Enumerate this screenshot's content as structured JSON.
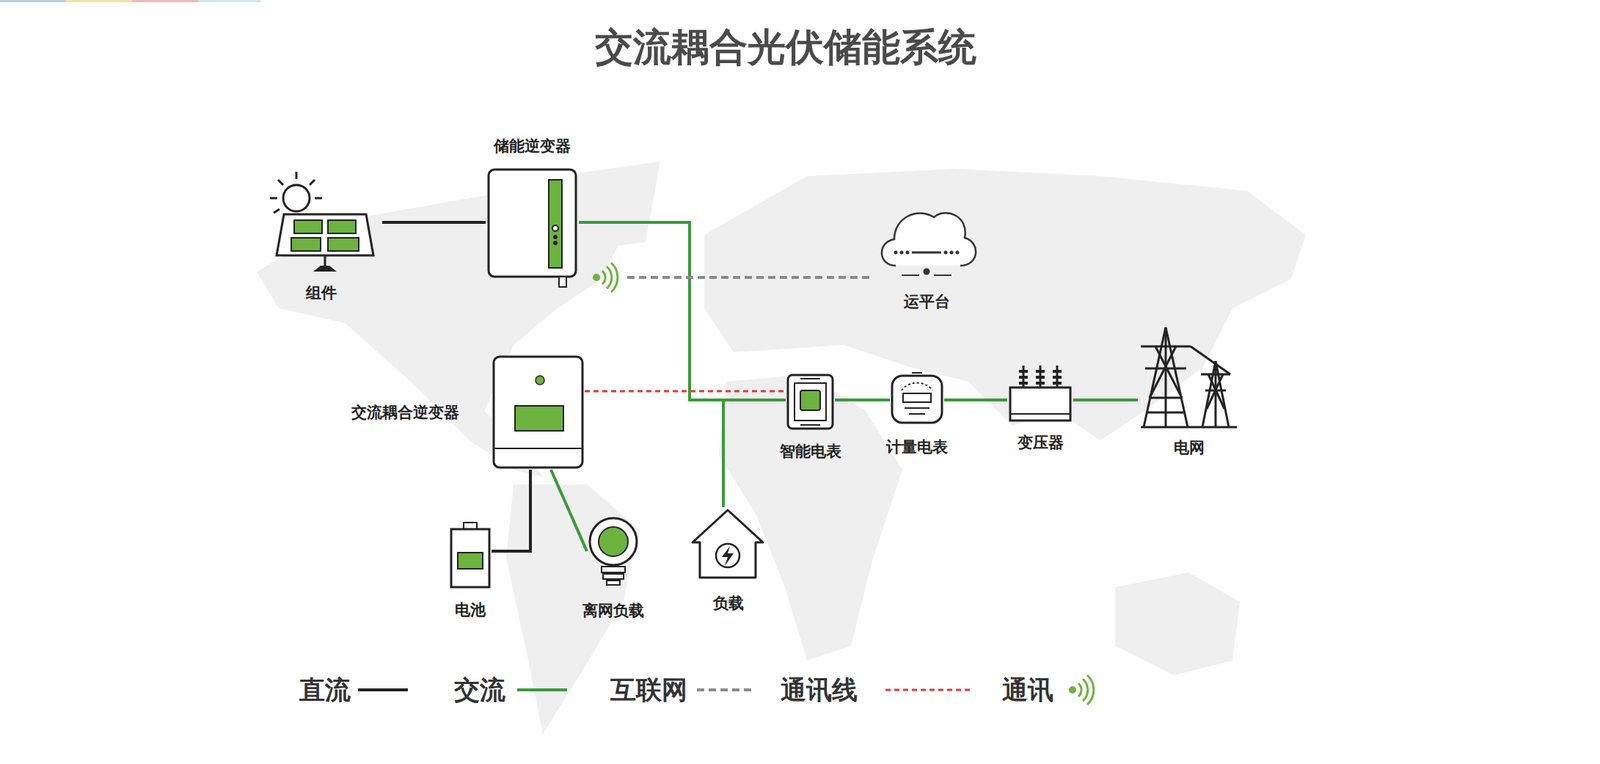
{
  "diagram": {
    "title": "交流耦合光伏储能系统",
    "nodes": [
      {
        "text": [
          "组件"
        ]
      },
      {
        "text": [
          "储能逆变器"
        ]
      },
      {
        "text": [
          "运平台"
        ]
      },
      {
        "text": [
          "交流耦合逆变器"
        ]
      },
      {
        "text": [
          "智能电表"
        ]
      },
      {
        "text": [
          "计量电表"
        ]
      },
      {
        "text": [
          "变压器"
        ]
      },
      {
        "text": [
          "电网"
        ]
      },
      {
        "text": [
          "电池"
        ]
      },
      {
        "text": [
          "离网负载"
        ]
      },
      {
        "text": [
          "负载"
        ]
      }
    ],
    "edges": [
      {
        "from": 0,
        "to": 1,
        "arrow": "none"
      },
      {
        "from": 1,
        "to": 4,
        "arrow": "none"
      },
      {
        "from": 1,
        "to": 10,
        "arrow": "none"
      },
      {
        "from": 1,
        "to": 2,
        "arrow": "none"
      },
      {
        "from": 3,
        "to": 4,
        "arrow": "none"
      },
      {
        "from": 4,
        "to": 5,
        "arrow": "none"
      },
      {
        "from": 5,
        "to": 6,
        "arrow": "none"
      },
      {
        "from": 6,
        "to": 7,
        "arrow": "none"
      },
      {
        "from": 3,
        "to": 8,
        "arrow": "none"
      },
      {
        "from": 3,
        "to": 9,
        "arrow": "none"
      }
    ],
    "legend": [
      {
        "text": "直流"
      },
      {
        "text": "交流"
      },
      {
        "text": "互联网"
      },
      {
        "text": "通讯线"
      },
      {
        "text": "通讯"
      }
    ]
  }
}
